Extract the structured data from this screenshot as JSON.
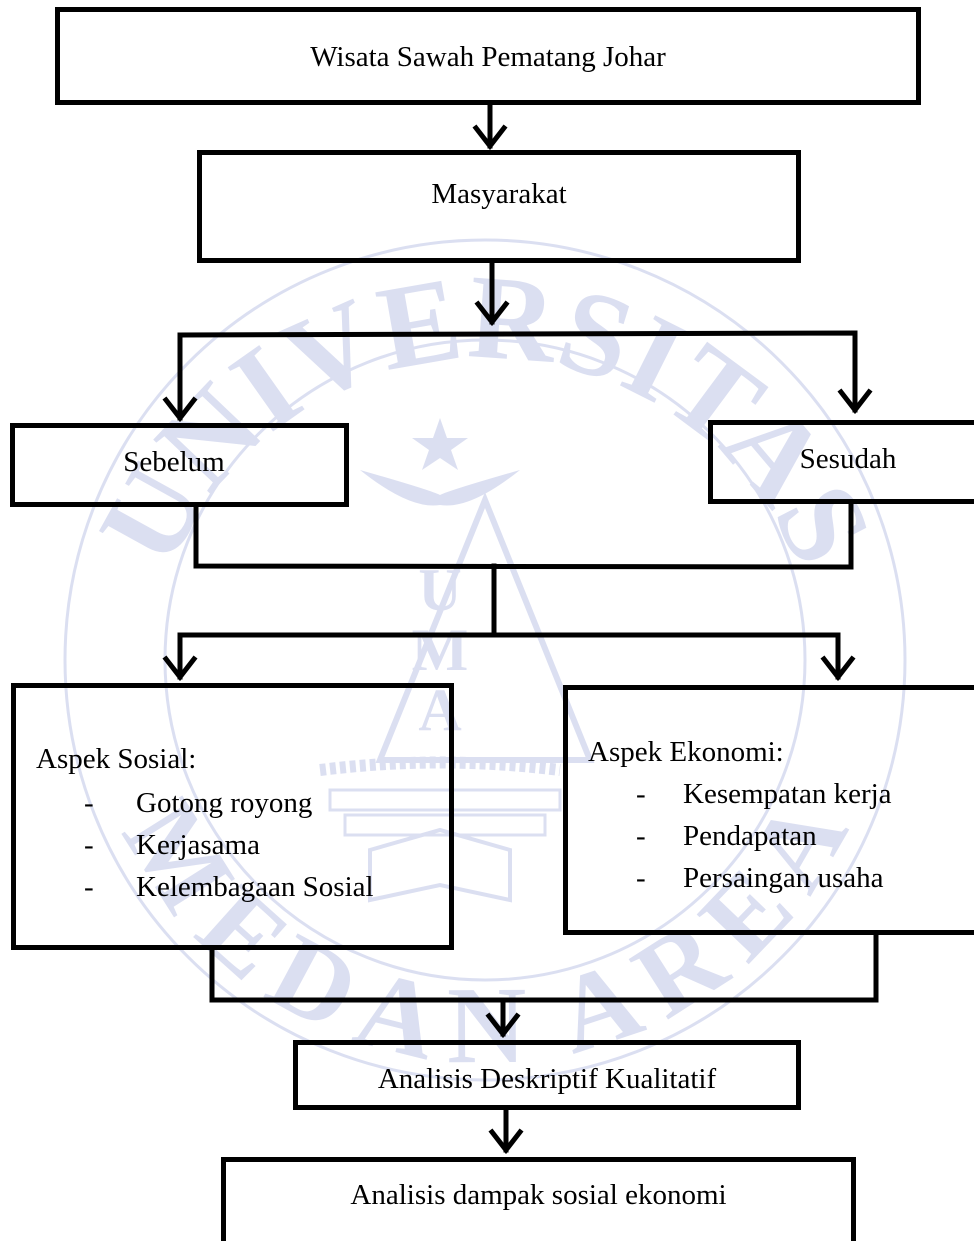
{
  "watermark": {
    "arc_top": "UNIVERSITAS",
    "arc_bottom": "MEDAN AREA",
    "letters": [
      "U",
      "M",
      "A"
    ],
    "color": "#9aa4d8"
  },
  "diagram": {
    "top_box": "Wisata Sawah Pematang Johar",
    "masyarakat_box": "Masyarakat",
    "sebelum_box": "Sebelum",
    "sesudah_box": "Sesudah",
    "sosial": {
      "title": "Aspek Sosial:",
      "items": [
        {
          "dash": "-",
          "text": "Gotong  royong"
        },
        {
          "dash": "-",
          "text": "Kerjasama"
        },
        {
          "dash": "-",
          "text": "Kelembagaan Sosial"
        }
      ]
    },
    "ekonomi": {
      "title": "Aspek Ekonomi:",
      "items": [
        {
          "dash": "-",
          "text": "Kesempatan kerja"
        },
        {
          "dash": "-",
          "text": "Pendapatan"
        },
        {
          "dash": "-",
          "text": "Persaingan usaha"
        }
      ]
    },
    "analisis_box": "Analisis Deskriptif Kualitatif",
    "final_box": "Analisis dampak sosial ekonomi",
    "line_color": "#000000"
  }
}
